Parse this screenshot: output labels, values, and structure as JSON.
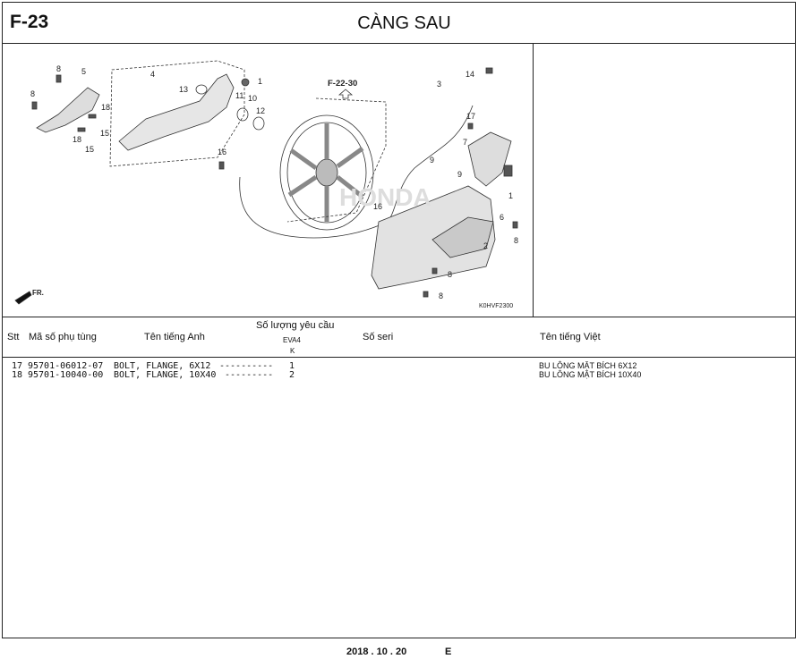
{
  "header": {
    "code": "F-23",
    "title": "CÀNG SAU"
  },
  "diagram": {
    "ref": "F-22-30",
    "fr": "FR.",
    "image_code": "K0HVF2300",
    "callouts": [
      "8",
      "5",
      "8",
      "4",
      "13",
      "1",
      "11",
      "10",
      "12",
      "18",
      "15",
      "18",
      "15",
      "16",
      "14",
      "3",
      "17",
      "7",
      "9",
      "9",
      "1",
      "6",
      "16",
      "2",
      "8",
      "8",
      "8"
    ],
    "watermark": "HONDA"
  },
  "table": {
    "headers": {
      "stt": "Stt",
      "part_no": "Mã số phụ tùng",
      "name_en": "Tên tiếng Anh",
      "qty_title": "Số lượng yêu cầu",
      "qty_model": "EVA4",
      "qty_type": "K",
      "serial": "Số seri",
      "name_vn": "Tên tiếng Việt"
    },
    "rows": [
      {
        "stt": "17",
        "part_no": "95701-06012-07",
        "name_en": "BOLT, FLANGE, 6X12",
        "dots": "----------",
        "qty": "1",
        "name_vn": "BU LÔNG MẶT BÍCH 6X12"
      },
      {
        "stt": "18",
        "part_no": "95701-10040-00",
        "name_en": "BOLT, FLANGE, 10X40",
        "dots": "---------",
        "qty": "2",
        "name_vn": "BU LÔNG MẶT BÍCH 10X40"
      }
    ]
  },
  "footer": {
    "date": "2018 . 10 . 20",
    "letter": "E"
  }
}
